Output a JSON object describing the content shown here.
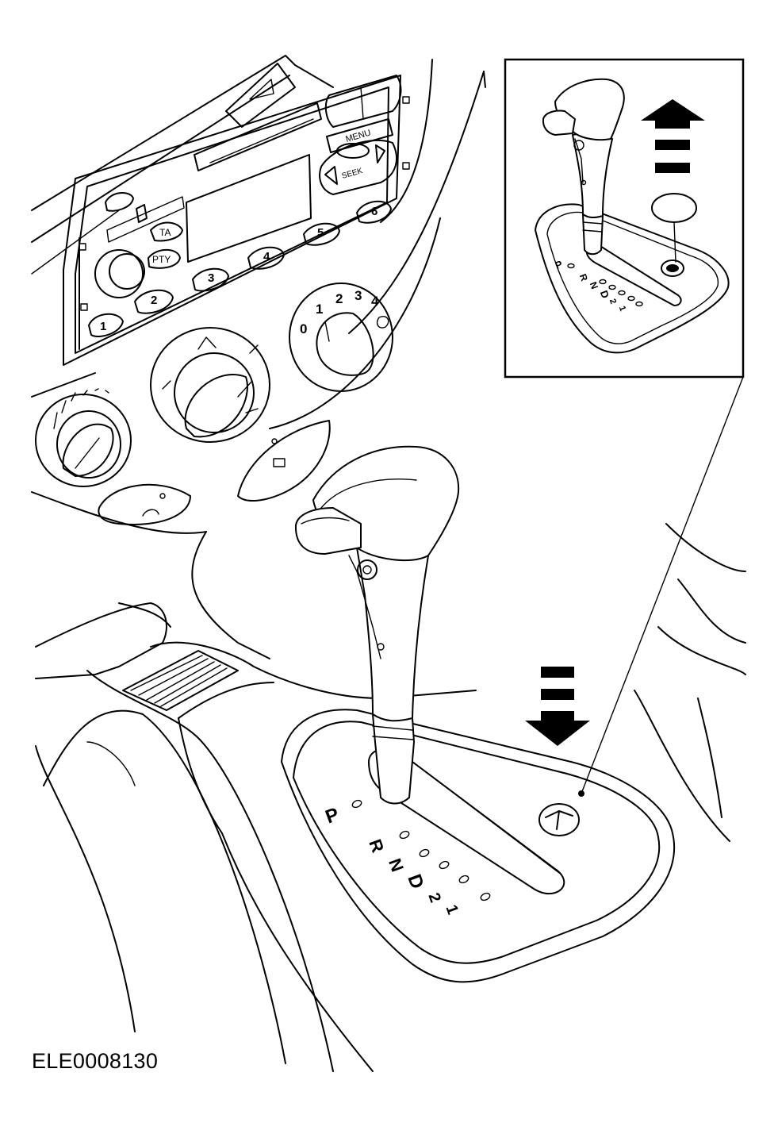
{
  "figure": {
    "reference_code": "ELE0008130"
  },
  "radio": {
    "menu_label": "MENU",
    "seek_label": "SEEK",
    "ta_label": "TA",
    "pty_label": "PTY",
    "presets": [
      "1",
      "2",
      "3",
      "4",
      "5",
      "6"
    ]
  },
  "fan_dial": {
    "positions": [
      "0",
      "1",
      "2",
      "3",
      "4"
    ]
  },
  "gear_selector": {
    "positions": [
      "P",
      "R",
      "N",
      "D",
      "2",
      "1"
    ]
  }
}
